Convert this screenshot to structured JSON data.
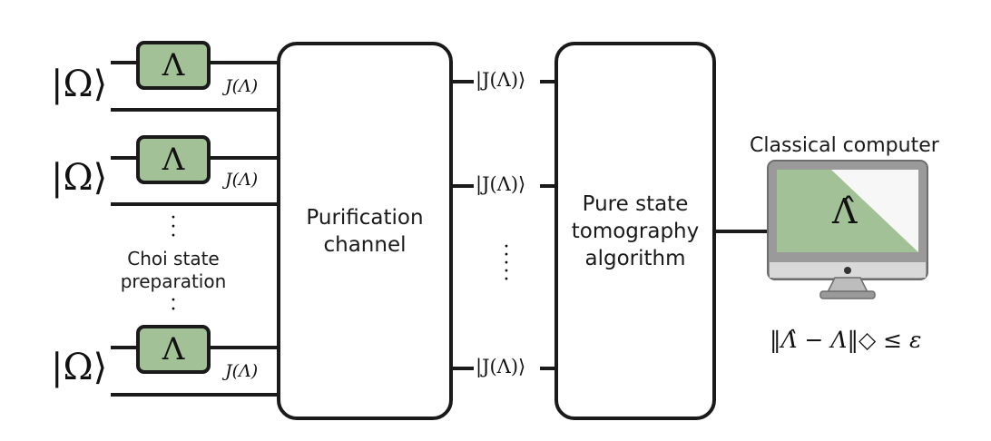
{
  "inputs": {
    "state_label": "|Ω⟩",
    "channel_symbol": "Λ",
    "choi_output_label": "J(Λ)",
    "choi_prep_caption": "Choi state\npreparation"
  },
  "purification": {
    "label": "Purification\nchannel"
  },
  "outputs": {
    "ket_label": "|J(Λ)⟩"
  },
  "tomography": {
    "label": "Pure state\ntomography\nalgorithm"
  },
  "computer": {
    "title": "Classical computer",
    "screen_symbol": "Λ̂",
    "error_bound": "‖Λ̂ − Λ‖◇ ≤ ε",
    "colors": {
      "screen_green": "#a3c197",
      "bezel": "#9a9a9a",
      "base": "#c8c8c8"
    }
  },
  "colors": {
    "line": "#1a1a1a",
    "channel_fill": "#a3c197"
  }
}
